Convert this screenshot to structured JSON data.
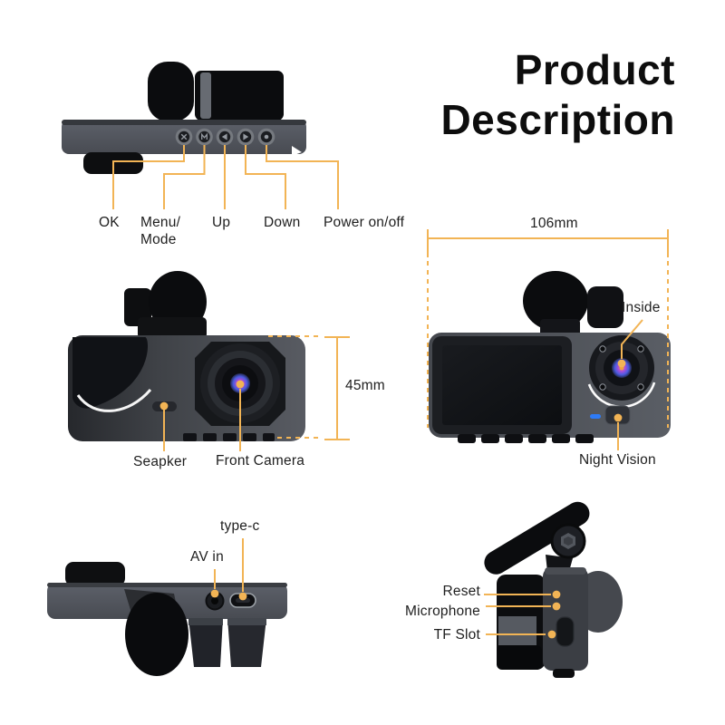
{
  "title": {
    "line1": "Product",
    "line2": "Description"
  },
  "colors": {
    "accent": "#F2B455",
    "label_text": "#1e1e1e",
    "title_text": "#0d0d0d",
    "body_gray": "#53565d",
    "device_black": "#101113",
    "blue_led": "#2e7bf6",
    "lens_glow_purple": "#b44fd8",
    "lens_glow_blue": "#4a5be0",
    "lens_glow_orange": "#efa23f"
  },
  "views": {
    "top": {
      "name": "Top view - control buttons",
      "button_icons": [
        "ok-x-icon",
        "menu-m-icon",
        "up-arrow-icon",
        "down-arrow-icon",
        "power-dot-icon"
      ],
      "labels": {
        "ok": "OK",
        "menu_mode": "Menu/\nMode",
        "up": "Up",
        "down": "Down",
        "power": "Power on/off"
      }
    },
    "front": {
      "name": "Front view",
      "labels": {
        "speaker": "Seapker",
        "front_camera": "Front Camera"
      },
      "dimension_height": "45mm"
    },
    "back": {
      "name": "Back view - screen and interior camera",
      "labels": {
        "inside": "Inside",
        "night_vision": "Night Vision"
      },
      "dimension_width": "106mm"
    },
    "bottom": {
      "name": "Bottom view - ports",
      "labels": {
        "type_c": "type-c",
        "av_in": "AV in"
      }
    },
    "side": {
      "name": "Side view - slots",
      "labels": {
        "reset": "Reset",
        "microphone": "Microphone",
        "tf_slot": "TF Slot"
      }
    }
  }
}
